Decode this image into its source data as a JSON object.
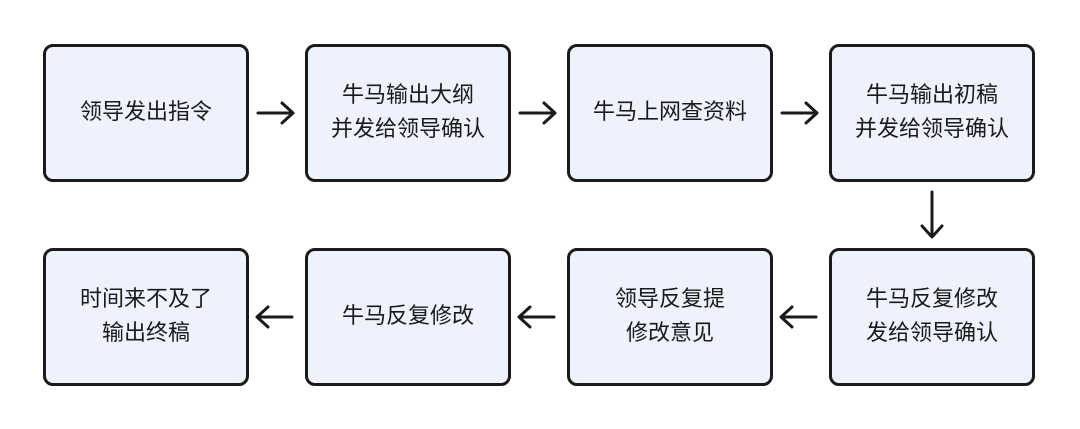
{
  "steps": [
    {
      "lines": [
        "领导发出指令"
      ]
    },
    {
      "lines": [
        "牛马输出大纲",
        "并发给领导确认"
      ]
    },
    {
      "lines": [
        "牛马上网查资料"
      ]
    },
    {
      "lines": [
        "牛马输出初稿",
        "并发给领导确认"
      ]
    },
    {
      "lines": [
        "牛马反复修改",
        "发给领导确认"
      ]
    },
    {
      "lines": [
        "领导反复提",
        "修改意见"
      ]
    },
    {
      "lines": [
        "牛马反复修改"
      ]
    },
    {
      "lines": [
        "时间来不及了",
        "输出终稿"
      ]
    }
  ],
  "style": {
    "node_fill": "#eef2fc",
    "node_border": "#1a1a1a",
    "arrow_color": "#1a1a1a"
  }
}
